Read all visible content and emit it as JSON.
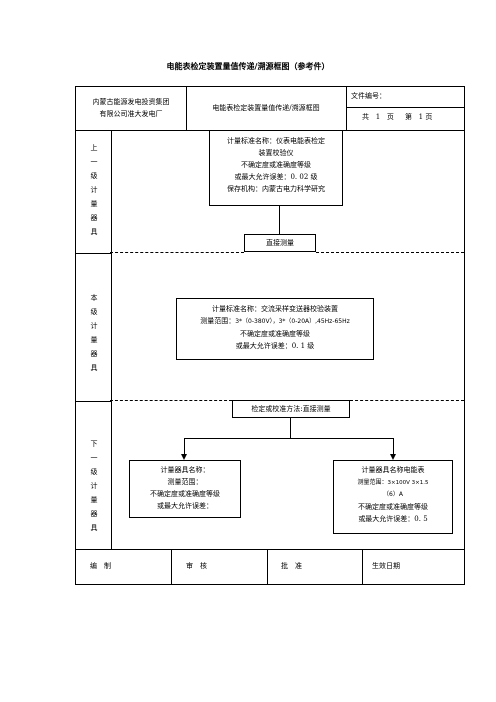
{
  "title": "电能表检定装置量值传递/溯源框图（参考件）",
  "header": {
    "org_line1": "内蒙古能源发电投资集团",
    "org_line2": "有限公司准大发电厂",
    "doc_name": "电能表检定装置量值传递/溯源框图",
    "doc_number_label": "文件编号：",
    "pages": {
      "total_label": "共",
      "total": "1",
      "page_unit": "页",
      "current_label": "第",
      "current": "1",
      "current_unit": "页"
    }
  },
  "sections": {
    "upper_label": "上一级计量器具",
    "current_label": "本级计量器具",
    "lower_label": "下一级计量器具"
  },
  "upper_box": {
    "line1": "计量标准名称：仪表电能表检定",
    "line2": "装置校验仪",
    "line3": "不确定度或准确度等级",
    "line4": "或最大允许误差：0. 02 级",
    "line5": "保存机构：内蒙古电力科学研究"
  },
  "direct_measure": "直接测量",
  "current_box": {
    "line1": "计量标准名称：交流采样变送器校验装置",
    "line2_prefix": "测量范围：",
    "line2_value": "3*（0-380V），3*（0-20A）,45Hz-65Hz",
    "line3": "不确定度或准确度等级",
    "line4": "或最大允许误差：0. 1 级"
  },
  "method_box": "检定或校准方法:直接测量",
  "lower_left_box": {
    "line1": "计量器具名称：",
    "line2": "测量范围：",
    "line3": "不确定度或准确度等级",
    "line4": "或最大允许误差："
  },
  "lower_right_box": {
    "line1": "计量器具名称电能表",
    "line2_prefix": "测量范围：",
    "line2_value": "3×100V   3×1.5",
    "line3": "（6）A",
    "line4": "不确定度或准确度等级",
    "line5": "或最大允许误差：0. 5"
  },
  "footer": {
    "compile": "编　制",
    "review": "审　核",
    "approve": "批　准",
    "effective_date": "生效日期"
  }
}
